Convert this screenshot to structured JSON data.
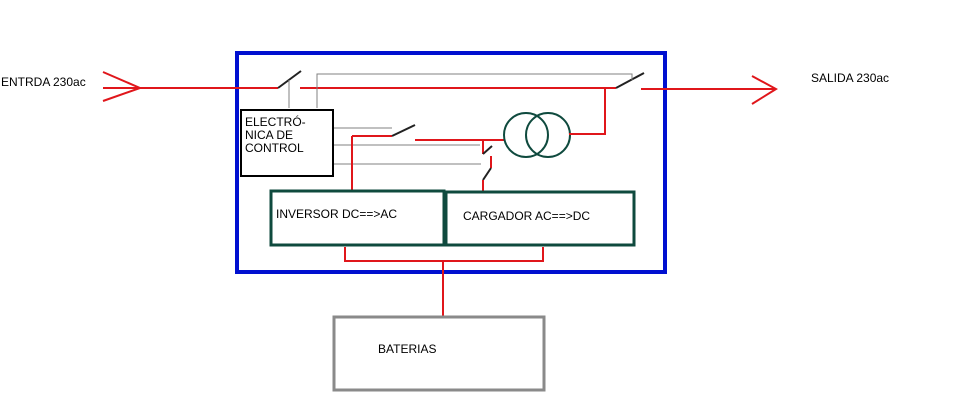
{
  "labels": {
    "input": "ENTRDA 230ac",
    "output": "SALIDA 230ac",
    "control": "ELECTRÓ-\nNICA DE\nCONTROL",
    "inverter": "INVERSOR DC==>AC",
    "charger": "CARGADOR AC==>DC",
    "batteries": "BATERIAS"
  },
  "colors": {
    "power_line": "#e0161b",
    "control_line": "#808080",
    "enclosure": "#0010d0",
    "module_border": "#0f4a3e",
    "battery_border": "#8a8a8a",
    "text": "#000000"
  }
}
